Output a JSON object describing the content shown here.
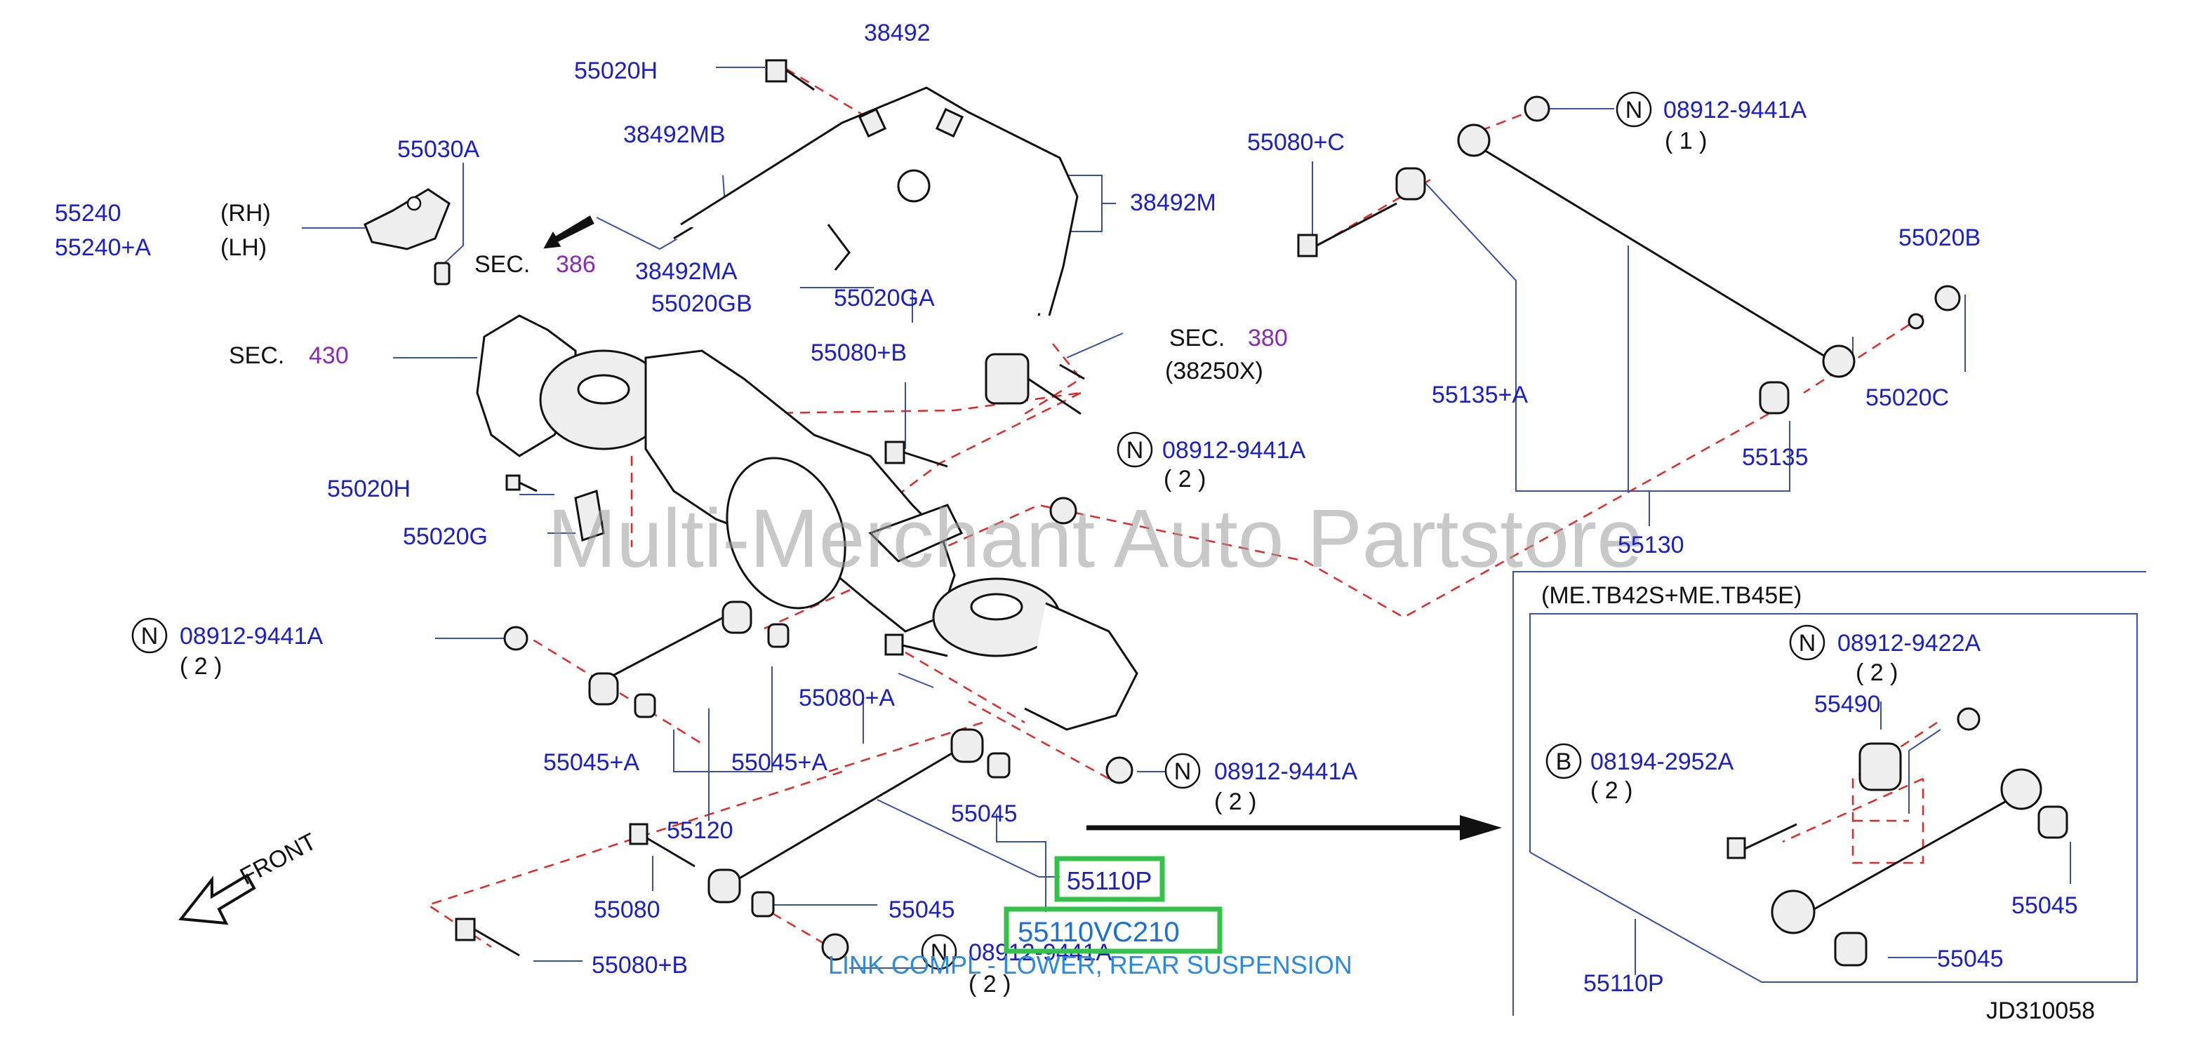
{
  "watermark": "Multi-Merchant Auto Partstore",
  "caption": "LINK COMPL - LOWER, REAR SUSPENSION",
  "drawing_code": "JD310058",
  "inset_title": "(ME.TB42S+ME.TB45E)",
  "highlight": {
    "part": "55110P",
    "number": "55110VC210"
  },
  "colors": {
    "label": "#1a1fc8",
    "dashed": "#e02a2a",
    "highlight": "#35c24a",
    "section_ref": "#8a2bb8"
  },
  "labels": {
    "l55020H_top": "55020H",
    "l38492": "38492",
    "l38492MB": "38492MB",
    "l38492M": "38492M",
    "l38492MA": "38492MA",
    "l55020GB": "55020GB",
    "l55020GA": "55020GA",
    "l55030A": "55030A",
    "l55240": "55240",
    "l55240A": "55240+A",
    "rh": "(RH)",
    "lh": "(LH)",
    "sec": "SEC.",
    "sec386": "386",
    "sec430": "430",
    "sec380": "380",
    "l38250X": "(38250X)",
    "l55080B_top": "55080+B",
    "l55080C": "55080+C",
    "n": "N",
    "b": "B",
    "l089129441A": "08912-9441A",
    "qty1": "( 1 )",
    "qty2": "( 2 )",
    "l55020B": "55020B",
    "l55020C": "55020C",
    "l55135A": "55135+A",
    "l55135": "55135",
    "l55130": "55130",
    "l55020H_mid": "55020H",
    "l55020G": "55020G",
    "l55080A": "55080+A",
    "l55045A_1": "55045+A",
    "l55045A_2": "55045+A",
    "l55120": "55120",
    "l55045": "55045",
    "l55080": "55080",
    "l55080B_bot": "55080+B",
    "front": "FRONT",
    "l089129422A": "08912-9422A",
    "l55490": "55490",
    "l081942952A": "08194-2952A",
    "l55110P_inset": "55110P"
  }
}
